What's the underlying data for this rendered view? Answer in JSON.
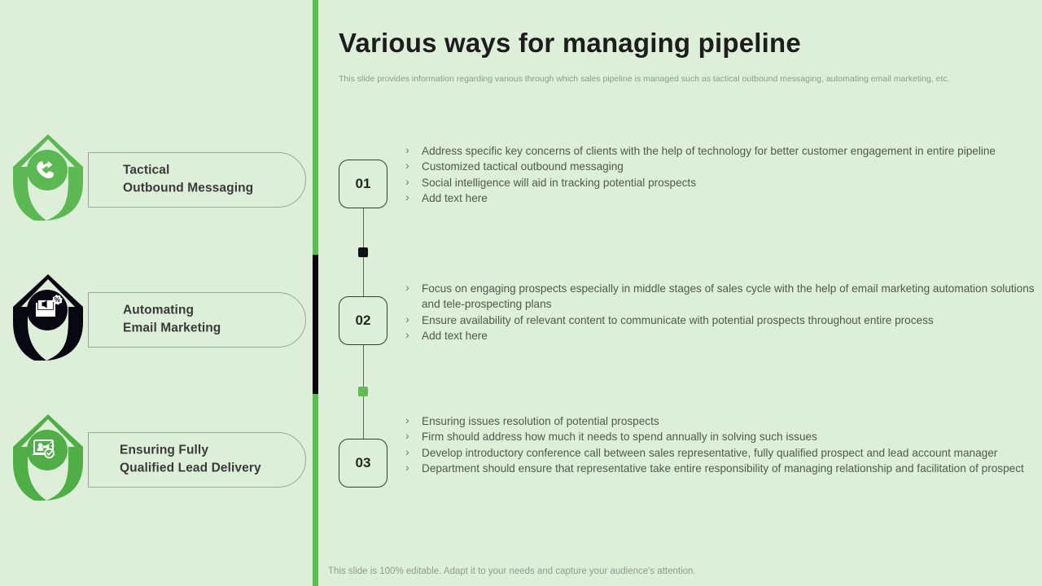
{
  "theme": {
    "background": "#deefd9",
    "accent_green": "#5fbb54",
    "accent_dark": "#080812",
    "text_dark": "#1d1d1d",
    "text_body": "#4d5a4c",
    "text_muted": "#8d9a8d"
  },
  "header": {
    "title": "Various ways for managing pipeline",
    "subtitle": "This slide provides information regarding various through which sales pipeline is managed such as tactical outbound messaging, automating email marketing, etc."
  },
  "sidebar": {
    "items": [
      {
        "label": "Tactical\nOutbound Messaging",
        "icon": "phone-forward-icon",
        "marker_color": "#5cb852",
        "name": "tactical-outbound-messaging"
      },
      {
        "label": "Automating\nEmail Marketing",
        "icon": "email-percent-icon",
        "marker_color": "#080812",
        "name": "automating-email-marketing"
      },
      {
        "label": "Ensuring Fully\n Qualified Lead Delivery",
        "icon": "laptop-megaphone-check-icon",
        "marker_color": "#4fae45",
        "name": "ensuring-fully-qualified-lead-delivery"
      }
    ]
  },
  "timeline": {
    "steps": [
      {
        "number": "01",
        "bullets": [
          "Address specific key concerns of clients with the help of technology  for better customer engagement in entire pipeline",
          "Customized tactical outbound  messaging",
          "Social intelligence will aid in tracking potential prospects",
          "Add text here"
        ]
      },
      {
        "number": "02",
        "bullets": [
          "Focus on engaging prospects especially in middle stages of sales cycle with the help of email marketing automation  solutions and tele-prospecting plans",
          "Ensure availability of relevant  content to communicate with potential prospects throughout  entire process",
          "Add text here"
        ]
      },
      {
        "number": "03",
        "bullets": [
          "Ensuring issues resolution of potential prospects",
          "Firm should address how much it needs to spend annually  in solving such issues",
          "Develop introductory  conference call between sales representative, fully qualified prospect and lead account manager",
          "Department should ensure that representative take entire responsibility of managing relationship and facilitation of prospect"
        ]
      }
    ],
    "nodes": [
      {
        "name": "node-dark",
        "color": "#101018"
      },
      {
        "name": "node-green",
        "color": "#5fbb54"
      }
    ]
  },
  "footer": {
    "note": "This slide is 100% editable. Adapt it to your needs and capture your audience's attention."
  }
}
